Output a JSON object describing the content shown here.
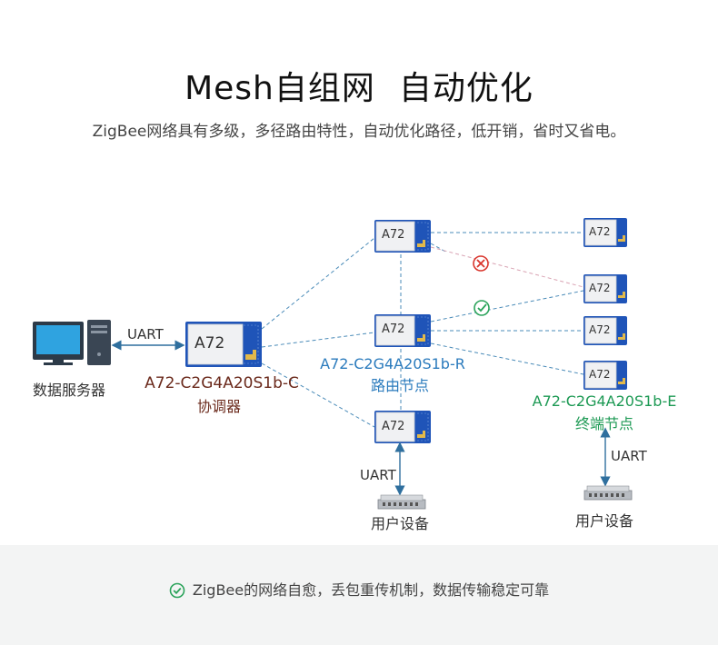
{
  "header": {
    "title_left": "Mesh自组网",
    "title_right": "自动优化",
    "subtitle": "ZigBee网络具有多级，多径路由特性，自动优化路径，低开销，省时又省电。"
  },
  "diagram": {
    "server_label": "数据服务器",
    "uart_label": "UART",
    "module_text": "A72",
    "coordinator": {
      "model": "A72-C2G4A20S1b-C",
      "role": "协调器"
    },
    "router": {
      "model": "A72-C2G4A20S1b-R",
      "role": "路由节点"
    },
    "end_device": {
      "model": "A72-C2G4A20S1b-E",
      "role": "终端节点"
    },
    "user_device_label": "用户设备"
  },
  "footer": {
    "note": "ZigBee的网络自愈，丢包重传机制，数据传输稳定可靠"
  },
  "colors": {
    "coordinator_text": "#6b2a1c",
    "router_text": "#2b7bbd",
    "end_text": "#1e9a55",
    "module_blue": "#1f54b8",
    "link_dash": "#4a8bb8",
    "broken_link": "#d9a3b3",
    "error_red": "#d9342b",
    "ok_green": "#2aa35a"
  }
}
